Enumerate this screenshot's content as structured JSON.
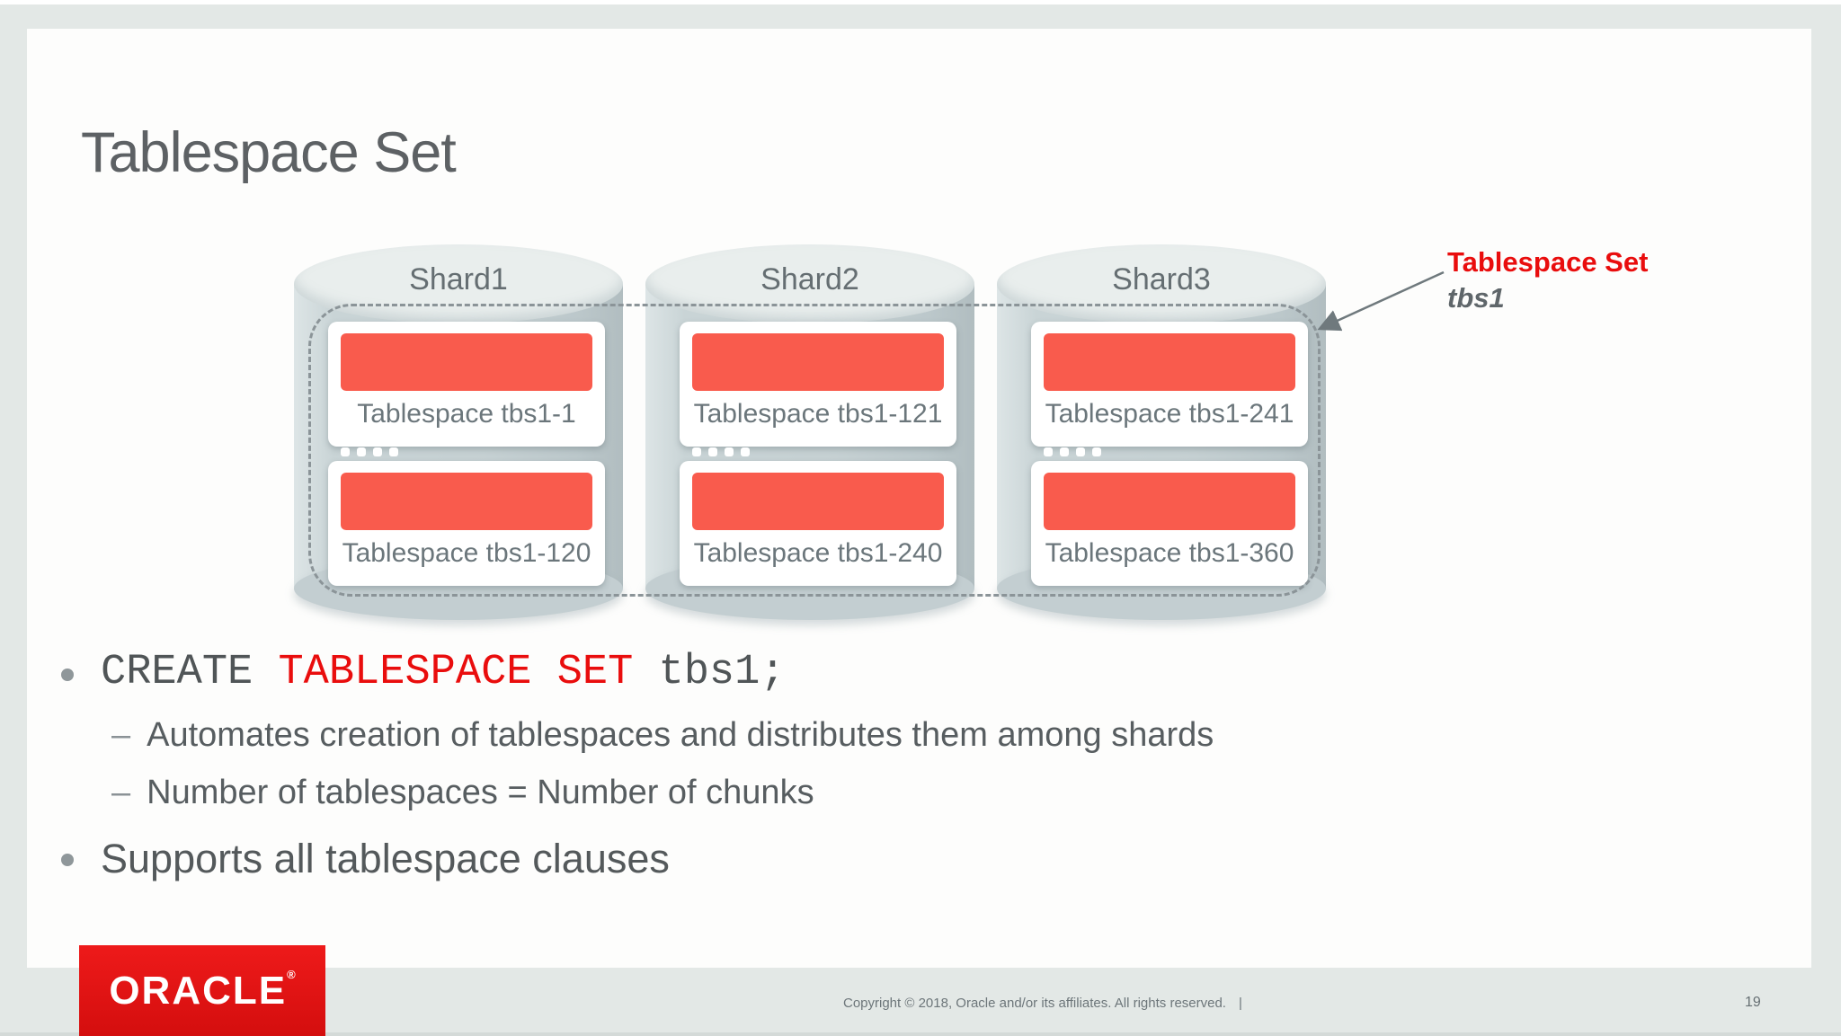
{
  "slide": {
    "title": "Tablespace Set"
  },
  "diagram": {
    "shards": [
      {
        "name": "Shard1",
        "tablespaces": [
          {
            "label": "Tablespace tbs1-1"
          },
          {
            "label": "Tablespace tbs1-120"
          }
        ]
      },
      {
        "name": "Shard2",
        "tablespaces": [
          {
            "label": "Tablespace tbs1-121"
          },
          {
            "label": "Tablespace tbs1-240"
          }
        ]
      },
      {
        "name": "Shard3",
        "tablespaces": [
          {
            "label": "Tablespace tbs1-241"
          },
          {
            "label": "Tablespace tbs1-360"
          }
        ]
      }
    ],
    "annotation": {
      "title": "Tablespace Set",
      "name": "tbs1"
    }
  },
  "bullets": {
    "code": {
      "prefix": "CREATE ",
      "highlight": "TABLESPACE SET",
      "suffix": " tbs1;"
    },
    "sub": [
      {
        "marker": "–",
        "text": "Automates creation of tablespaces and distributes them among shards"
      },
      {
        "marker": "–",
        "text": "Number of tablespaces = Number of chunks"
      }
    ],
    "second": "Supports all tablespace clauses"
  },
  "footer": {
    "logo_text": "ORACLE",
    "logo_registered": "®",
    "copyright": "Copyright © 2018, Oracle and/or its affiliates. All rights reserved.",
    "separator": "|",
    "page_number": "19"
  },
  "colors": {
    "accent_red": "#e90d0d",
    "chunk_bar_red": "#f95b4d",
    "oracle_logo_red": "#e11414",
    "cylinder_gray": "#c6d1d3",
    "dashed_outline_gray": "#8b9498",
    "text_gray": "#5d6164",
    "background_gray": "#e3e8e6"
  }
}
